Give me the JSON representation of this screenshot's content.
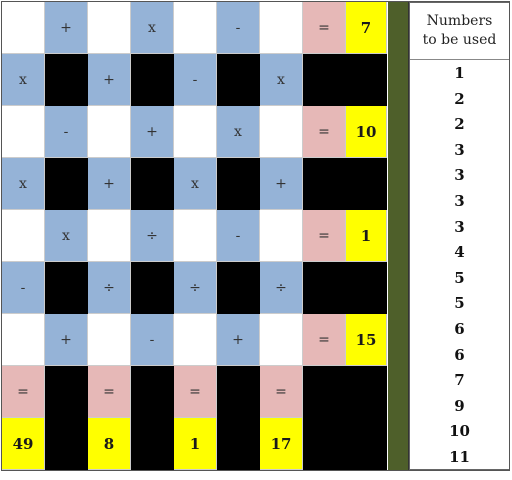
{
  "colors": {
    "white": "#ffffff",
    "blue": "#95b3d7",
    "black": "#000000",
    "pink": "#e6b8b7",
    "yellow": "#ffff00",
    "separator": "#4e5f2a"
  },
  "grid": {
    "rows": [
      [
        {
          "t": "",
          "c": "white"
        },
        {
          "t": "+",
          "c": "blue"
        },
        {
          "t": "",
          "c": "white"
        },
        {
          "t": "x",
          "c": "blue"
        },
        {
          "t": "",
          "c": "white"
        },
        {
          "t": "-",
          "c": "blue"
        },
        {
          "t": "",
          "c": "white"
        },
        {
          "t": "=",
          "c": "pink"
        },
        {
          "t": "7",
          "c": "yellow",
          "b": true
        }
      ],
      [
        {
          "t": "x",
          "c": "blue"
        },
        {
          "t": "",
          "c": "black"
        },
        {
          "t": "+",
          "c": "blue"
        },
        {
          "t": "",
          "c": "black"
        },
        {
          "t": "-",
          "c": "blue"
        },
        {
          "t": "",
          "c": "black"
        },
        {
          "t": "x",
          "c": "blue"
        },
        {
          "t": "",
          "c": "black"
        },
        {
          "t": "",
          "c": "black"
        }
      ],
      [
        {
          "t": "",
          "c": "white"
        },
        {
          "t": "-",
          "c": "blue"
        },
        {
          "t": "",
          "c": "white"
        },
        {
          "t": "+",
          "c": "blue"
        },
        {
          "t": "",
          "c": "white"
        },
        {
          "t": "x",
          "c": "blue"
        },
        {
          "t": "",
          "c": "white"
        },
        {
          "t": "=",
          "c": "pink"
        },
        {
          "t": "10",
          "c": "yellow",
          "b": true
        }
      ],
      [
        {
          "t": "x",
          "c": "blue"
        },
        {
          "t": "",
          "c": "black"
        },
        {
          "t": "+",
          "c": "blue"
        },
        {
          "t": "",
          "c": "black"
        },
        {
          "t": "x",
          "c": "blue"
        },
        {
          "t": "",
          "c": "black"
        },
        {
          "t": "+",
          "c": "blue"
        },
        {
          "t": "",
          "c": "black"
        },
        {
          "t": "",
          "c": "black"
        }
      ],
      [
        {
          "t": "",
          "c": "white"
        },
        {
          "t": "x",
          "c": "blue"
        },
        {
          "t": "",
          "c": "white"
        },
        {
          "t": "÷",
          "c": "blue"
        },
        {
          "t": "",
          "c": "white"
        },
        {
          "t": "-",
          "c": "blue"
        },
        {
          "t": "",
          "c": "white"
        },
        {
          "t": "=",
          "c": "pink"
        },
        {
          "t": "1",
          "c": "yellow",
          "b": true
        }
      ],
      [
        {
          "t": "-",
          "c": "blue"
        },
        {
          "t": "",
          "c": "black"
        },
        {
          "t": "÷",
          "c": "blue"
        },
        {
          "t": "",
          "c": "black"
        },
        {
          "t": "÷",
          "c": "blue"
        },
        {
          "t": "",
          "c": "black"
        },
        {
          "t": "÷",
          "c": "blue"
        },
        {
          "t": "",
          "c": "black"
        },
        {
          "t": "",
          "c": "black"
        }
      ],
      [
        {
          "t": "",
          "c": "white"
        },
        {
          "t": "+",
          "c": "blue"
        },
        {
          "t": "",
          "c": "white"
        },
        {
          "t": "-",
          "c": "blue"
        },
        {
          "t": "",
          "c": "white"
        },
        {
          "t": "+",
          "c": "blue"
        },
        {
          "t": "",
          "c": "white"
        },
        {
          "t": "=",
          "c": "pink"
        },
        {
          "t": "15",
          "c": "yellow",
          "b": true
        }
      ],
      [
        {
          "t": "=",
          "c": "pink"
        },
        {
          "t": "",
          "c": "black"
        },
        {
          "t": "=",
          "c": "pink"
        },
        {
          "t": "",
          "c": "black"
        },
        {
          "t": "=",
          "c": "pink"
        },
        {
          "t": "",
          "c": "black"
        },
        {
          "t": "=",
          "c": "pink"
        },
        {
          "t": "",
          "c": "black"
        },
        {
          "t": "",
          "c": "black"
        }
      ],
      [
        {
          "t": "49",
          "c": "yellow",
          "b": true
        },
        {
          "t": "",
          "c": "black"
        },
        {
          "t": "8",
          "c": "yellow",
          "b": true
        },
        {
          "t": "",
          "c": "black"
        },
        {
          "t": "1",
          "c": "yellow",
          "b": true
        },
        {
          "t": "",
          "c": "black"
        },
        {
          "t": "17",
          "c": "yellow",
          "b": true
        },
        {
          "t": "",
          "c": "black"
        },
        {
          "t": "",
          "c": "black"
        }
      ]
    ]
  },
  "panel": {
    "header_line1": "Numbers",
    "header_line2": "to be used",
    "numbers": [
      "1",
      "2",
      "2",
      "3",
      "3",
      "3",
      "3",
      "4",
      "5",
      "5",
      "6",
      "6",
      "7",
      "9",
      "10",
      "11"
    ]
  }
}
